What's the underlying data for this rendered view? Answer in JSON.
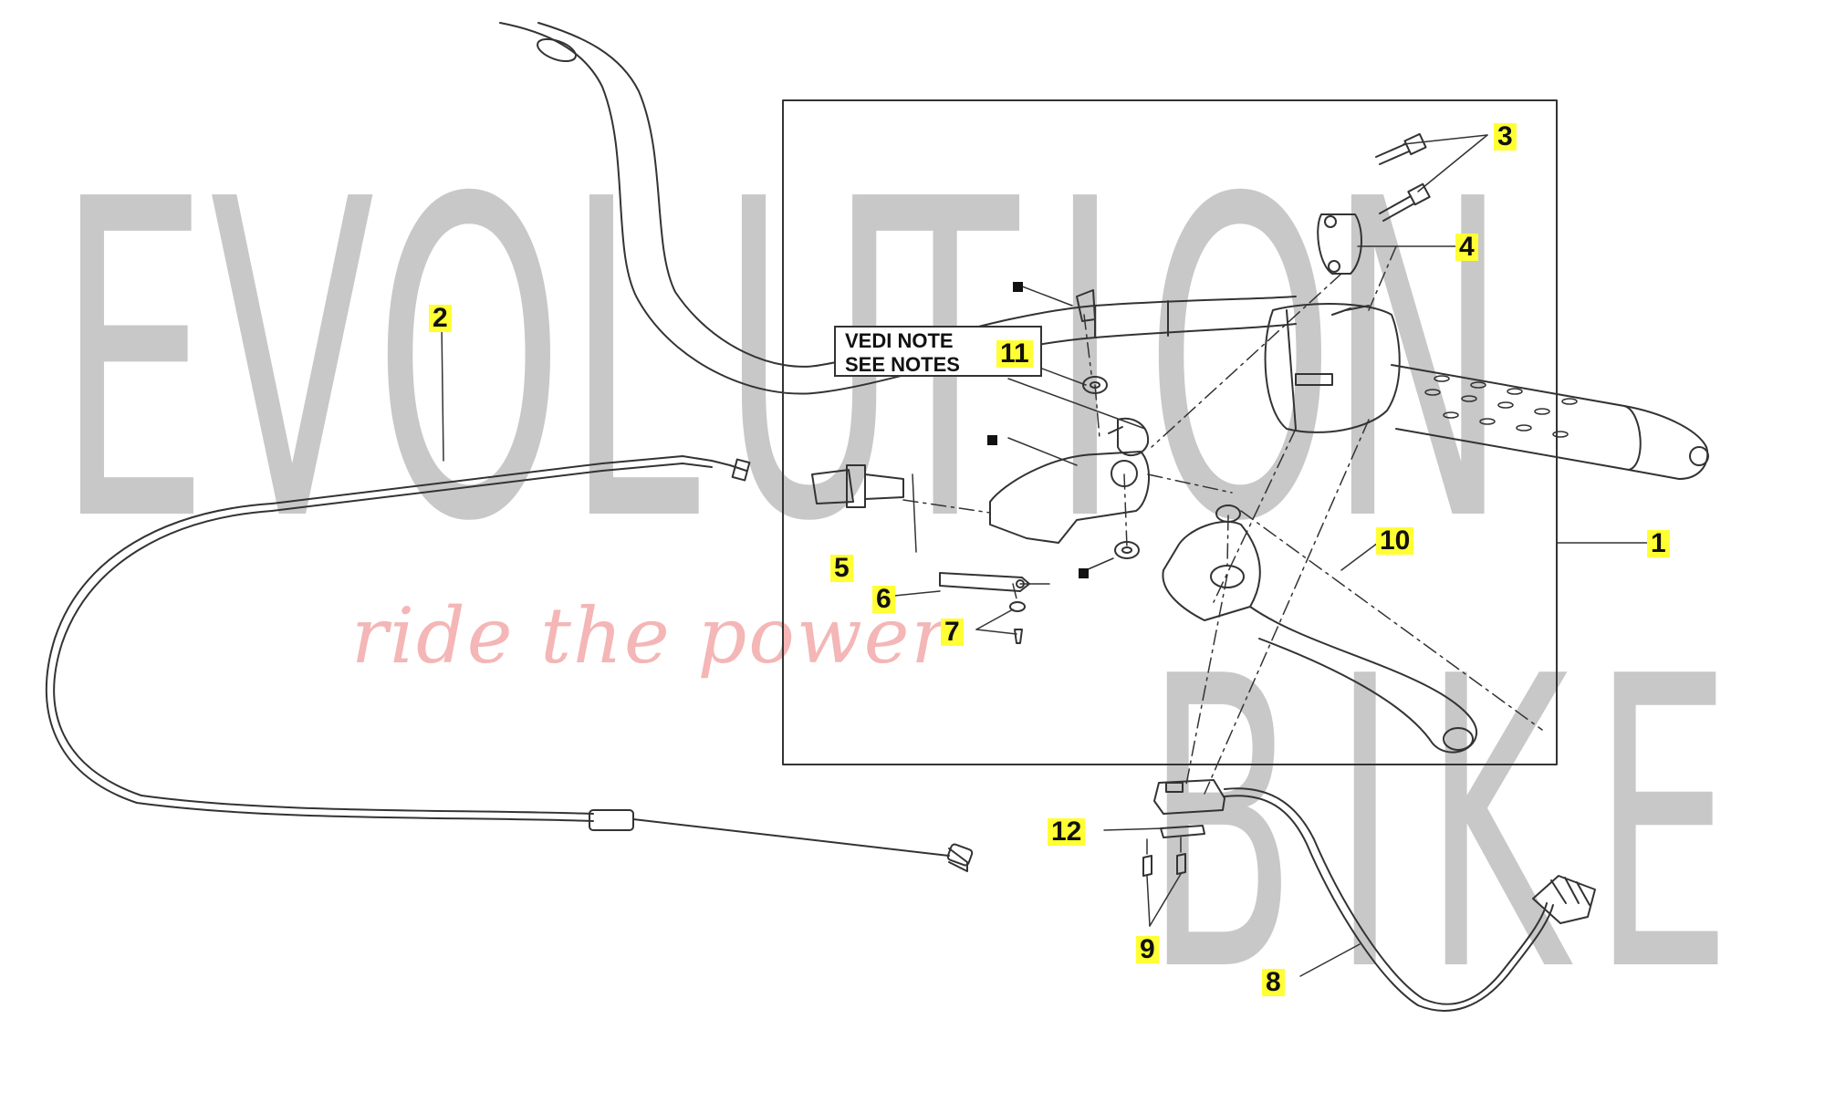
{
  "watermark": {
    "word1": [
      "E",
      "V",
      "O",
      "L",
      "U",
      "T",
      "I",
      "O",
      "N"
    ],
    "word2": [
      "B",
      "I",
      "K",
      "E"
    ],
    "tagline": "ride the power"
  },
  "notes": {
    "line1": "VEDI NOTE",
    "line2": "SEE NOTES"
  },
  "callouts": [
    "1",
    "2",
    "3",
    "4",
    "5",
    "6",
    "7",
    "8",
    "9",
    "10",
    "11",
    "12"
  ],
  "colors": {
    "callout_bg": "#ffff33",
    "watermark": "#c8c8c8",
    "tagline": "#f4b6b6",
    "line": "#333333"
  }
}
